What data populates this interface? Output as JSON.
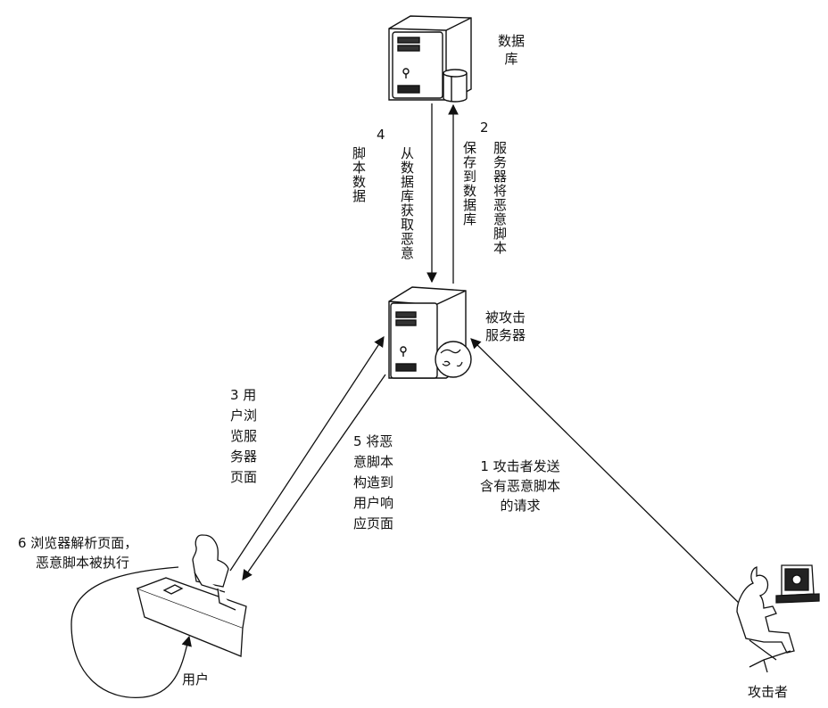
{
  "title": "XSS 存储型攻击流程图",
  "nodes": {
    "database": {
      "label": "数据库",
      "label_lines": [
        "数据",
        "库"
      ],
      "icon": "database-server-icon"
    },
    "server": {
      "label": "被攻击服务器",
      "label_lines": [
        "被攻击",
        "服务器"
      ],
      "icon": "web-server-icon"
    },
    "user": {
      "label": "用户",
      "icon": "user-at-desk-icon"
    },
    "attacker": {
      "label": "攻击者",
      "icon": "attacker-at-computer-icon"
    }
  },
  "steps": [
    {
      "number": "1",
      "text": "攻击者发送含有恶意脚本的请求",
      "lines": [
        "1  攻击者发送",
        "含有恶意脚本",
        "的请求"
      ],
      "from": "attacker",
      "to": "server"
    },
    {
      "number": "2",
      "text": "服务器将恶意脚本保存到数据库",
      "col1": "服务器将恶意脚本",
      "col2": "保存到数据库",
      "from": "server",
      "to": "database"
    },
    {
      "number": "3",
      "text": "用户浏览服务器页面",
      "lines": [
        "3  用",
        "户浏",
        "览服",
        "务器",
        "页面"
      ],
      "from": "user",
      "to": "server"
    },
    {
      "number": "4",
      "text": "从数据库获取恶意脚本数据",
      "col1": "从数据库获取恶意",
      "col2": "脚本数据",
      "from": "database",
      "to": "server"
    },
    {
      "number": "5",
      "text": "将恶意脚本构造到用户响应页面",
      "lines": [
        "5  将恶",
        "意脚本",
        "构造到",
        "用户响",
        "应页面"
      ],
      "from": "server",
      "to": "user"
    },
    {
      "number": "6",
      "text": "浏览器解析页面，恶意脚本被执行",
      "lines": [
        "6  浏览器解析页面，",
        "恶意脚本被执行"
      ],
      "from": "user",
      "to": "user"
    }
  ]
}
